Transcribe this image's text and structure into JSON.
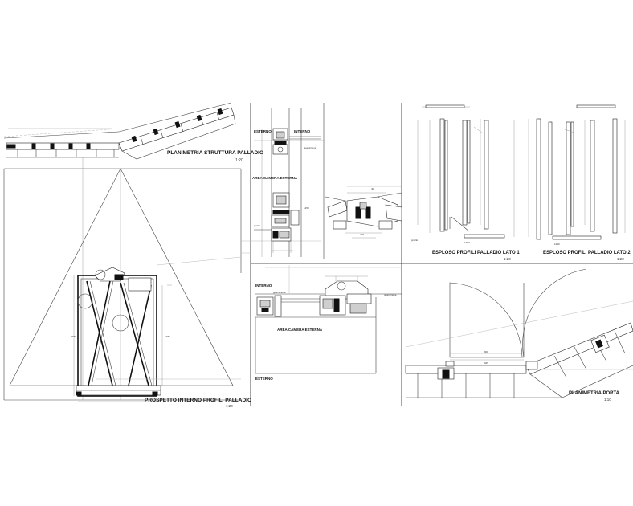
{
  "drawings": {
    "plan_structure": {
      "title": "PLANIMETRIA STRUTTURA PALLADIO",
      "scale": "1:20"
    },
    "elevation": {
      "title": "PROSPETTO INTERNO PROFILI PALLADIO",
      "scale": "1:20"
    },
    "section_vertical": {
      "label_esterno": "ESTERNO",
      "label_interno": "INTERNO",
      "label_area": "AREA CAMERA ESTERNA"
    },
    "section_horizontal": {
      "label_interno": "INTERNO",
      "label_area": "AREA CAMERA ESTERNA",
      "label_esterno": "ESTERNO"
    },
    "exploded_side1": {
      "title": "ESPLOSO PROFILI PALLADIO LATO 1",
      "scale": "1:20"
    },
    "exploded_side2": {
      "title": "ESPLOSO PROFILI PALLADIO LATO 2",
      "scale": "1:20"
    },
    "plan_door": {
      "title": "PLANIMETRIA PORTA",
      "scale": "1:10"
    }
  }
}
